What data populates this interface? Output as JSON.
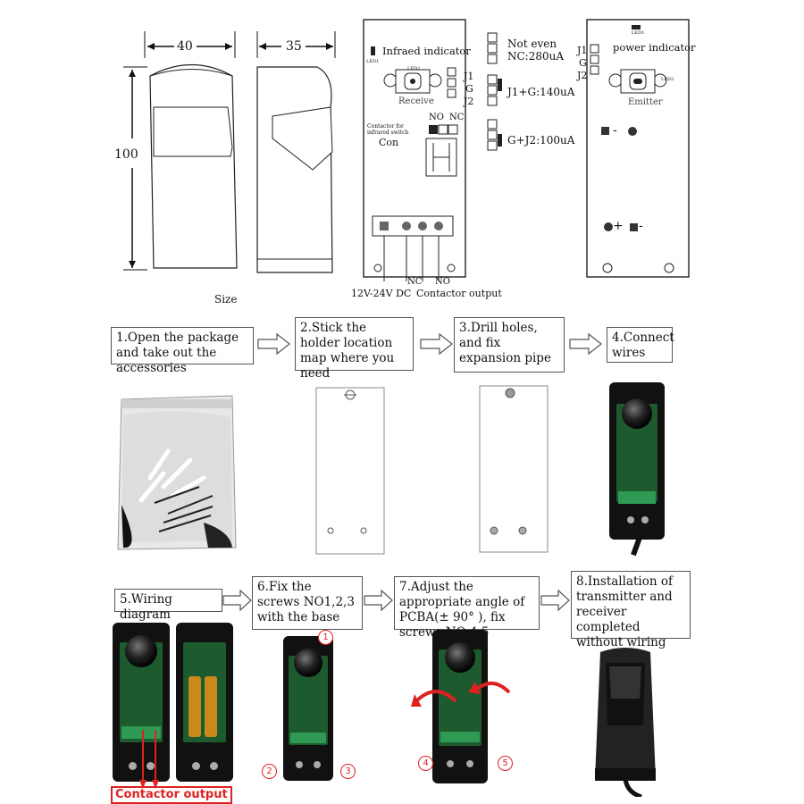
{
  "size_diagram": {
    "width_label": "40",
    "depth_label": "35",
    "height_label": "100",
    "caption": "Size"
  },
  "receiver_board": {
    "infrared_indicator": "Infraed indicator",
    "led1": "LED1",
    "led2": "LED2",
    "receive_label": "Receive",
    "j1": "J1",
    "g": "G",
    "j2": "J2",
    "contactor_note": "Contactor for infrared switch",
    "con": "Con",
    "no": "NO",
    "nc": "NC",
    "nc_bottom": "NC",
    "no_bottom": "NO",
    "power_label": "12V-24V DC",
    "contactor_output": "Contactor output"
  },
  "jumper_settings": {
    "not_even_line1": "Not even",
    "not_even_line2": "NC:280uA",
    "j1g": "J1+G:140uA",
    "gj2": "G+J2:100uA"
  },
  "emitter_board": {
    "led1": "LED1",
    "power_indicator": "power indicator",
    "j1": "J1",
    "g": "G",
    "j2": "J2",
    "led2": "LED2",
    "emitter_label": "Emitter",
    "minus_top": "-",
    "plus_bottom": "+",
    "minus_bottom": "-"
  },
  "steps": {
    "s1": "1.Open the package and take out the accessories",
    "s2": "2.Stick the holder location map where you need",
    "s3": "3.Drill holes, and fix expansion pipe",
    "s4": "4.Connect wires",
    "s5": "5.Wiring diagram",
    "s6": "6.Fix the screws NO1,2,3 with the base",
    "s7": "7.Adjust the appropriate angle of PCBA(± 90° ), fix screws NO 4,5",
    "s8": "8.Installation of transmitter and receiver completed without wiring"
  },
  "photo_labels": {
    "contactor_output": "Contactor output",
    "n1": "1",
    "n2": "2",
    "n3": "3",
    "n4": "4",
    "n5": "5"
  },
  "colors": {
    "red": "#dd2222",
    "pcb_green": "#1d5a2e",
    "terminal_green": "#2f9a53"
  }
}
